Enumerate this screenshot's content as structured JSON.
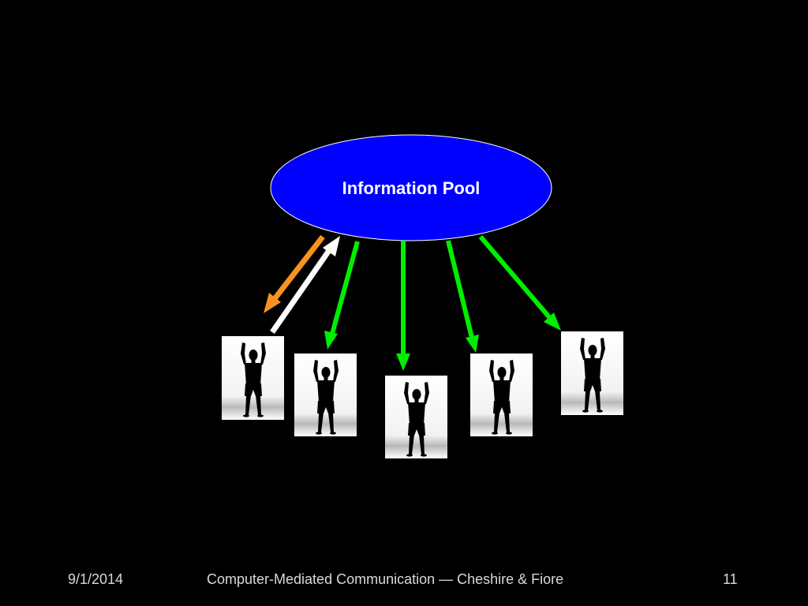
{
  "diagram": {
    "pool": {
      "label": "Information Pool",
      "fill": "#0000ff",
      "stroke": "#ffffff",
      "text_color": "#ffffff"
    },
    "people_icon": "person-arms-raised-icon",
    "arrow_colors": {
      "download": "#f7931e",
      "upload": "#ffffff",
      "receive": "#00ee00"
    },
    "people": [
      {
        "id": "person-1",
        "arrow": "two-way"
      },
      {
        "id": "person-2",
        "arrow": "receive"
      },
      {
        "id": "person-3",
        "arrow": "receive"
      },
      {
        "id": "person-4",
        "arrow": "receive"
      },
      {
        "id": "person-5",
        "arrow": "receive"
      }
    ]
  },
  "footer": {
    "date": "9/1/2014",
    "title": "Computer-Mediated Communication — Cheshire & Fiore",
    "page": "11"
  }
}
